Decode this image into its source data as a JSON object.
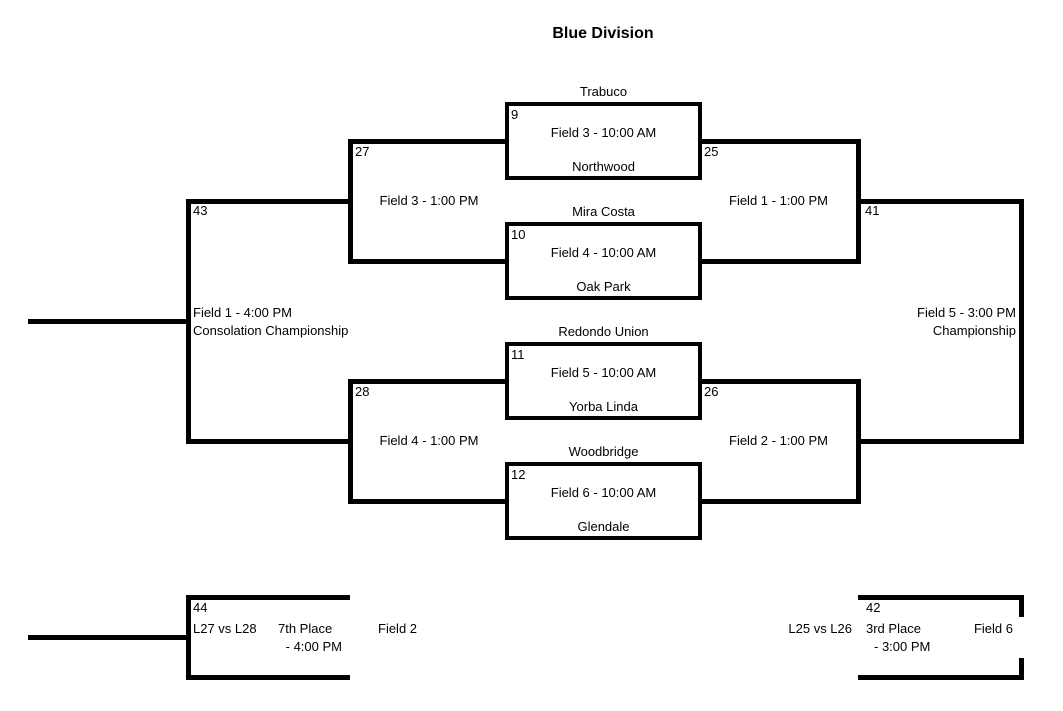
{
  "title": "Blue Division",
  "colors": {
    "ink": "#000000",
    "background": "#ffffff"
  },
  "round1": {
    "games": [
      {
        "number": "9",
        "top_team": "Trabuco",
        "field_time": "Field 3 - 10:00 AM",
        "bottom_team": "Northwood"
      },
      {
        "number": "10",
        "top_team": "Mira Costa",
        "field_time": "Field 4 - 10:00 AM",
        "bottom_team": "Oak Park"
      },
      {
        "number": "11",
        "top_team": "Redondo Union",
        "field_time": "Field 5 - 10:00 AM",
        "bottom_team": "Yorba Linda"
      },
      {
        "number": "12",
        "top_team": "Woodbridge",
        "field_time": "Field 6 - 10:00 AM",
        "bottom_team": "Glendale"
      }
    ]
  },
  "winners_bracket": {
    "semifinals": [
      {
        "number": "25",
        "field_time": "Field 1 - 1:00 PM"
      },
      {
        "number": "26",
        "field_time": "Field 2 - 1:00 PM"
      }
    ],
    "championship": {
      "number": "41",
      "field_time": "Field 5 - 3:00 PM",
      "label": "Championship"
    }
  },
  "consolation_bracket": {
    "semifinals": [
      {
        "number": "27",
        "field_time": "Field 3 - 1:00 PM"
      },
      {
        "number": "28",
        "field_time": "Field 4 - 1:00 PM"
      }
    ],
    "championship": {
      "number": "43",
      "field_time": "Field 1 - 4:00 PM",
      "label": "Consolation Championship"
    }
  },
  "placement_games": [
    {
      "number": "44",
      "matchup": "L27 vs L28",
      "place": "7th Place",
      "time": "- 4:00 PM",
      "field": "Field 2"
    },
    {
      "number": "42",
      "matchup": "L25 vs L26",
      "place": "3rd Place",
      "time": "- 3:00 PM",
      "field": "Field 6"
    }
  ]
}
